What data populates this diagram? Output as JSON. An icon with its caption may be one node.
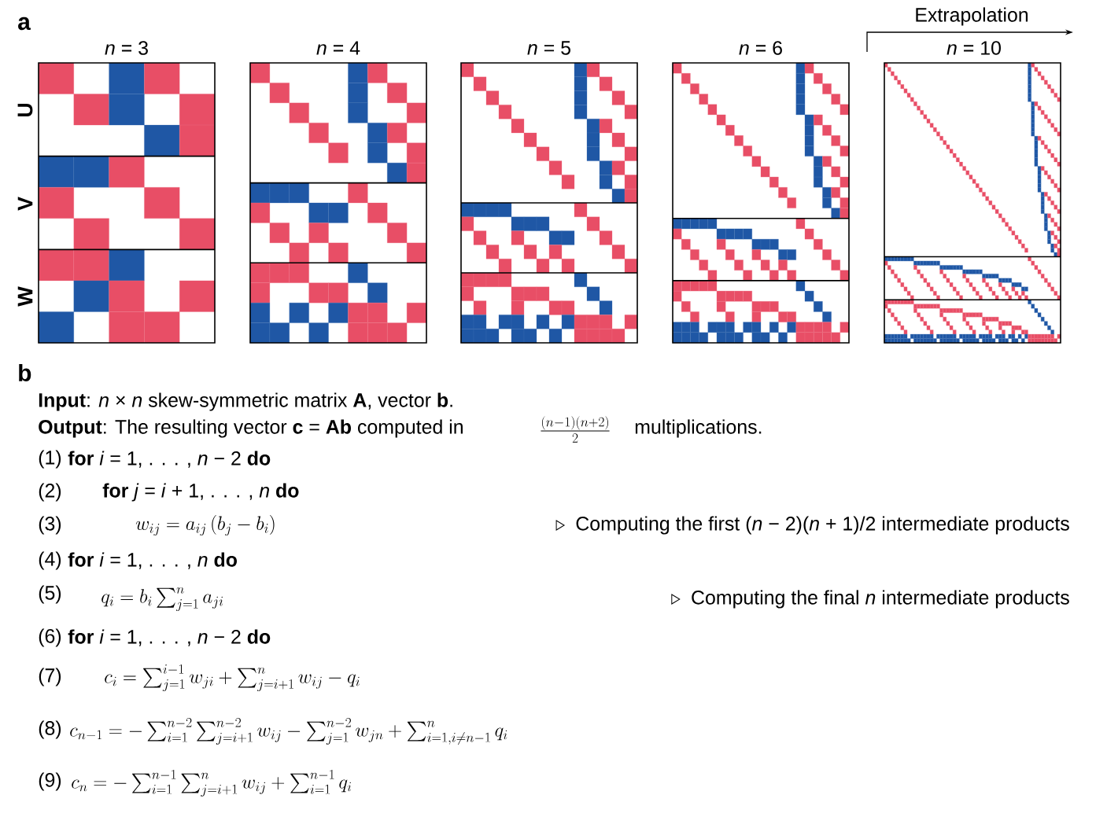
{
  "diagram": {
    "labels": [
      "a",
      "*n* = 3",
      "*n* = 4",
      "*n* = 5",
      "*n* = 6",
      "Extrapolation",
      "*n* = 10",
      "U",
      "V",
      "W",
      "b",
      "**Input**: *n* × *n* skew-symmetric matrix **A**, vector **b**.",
      "**Output**: The resulting vector **c** = **Ab** computed in",
      "\\frac{(n-1)(n+2)}{2}",
      "multiplications.",
      "(1)",
      "**for** *i* = 1, . . . , *n* − 2 **do**",
      "(2)",
      "**for** *j* = *i* + 1, . . . , *n* **do**",
      "(3)",
      "w_{ij} = a_{ij}\\,(b_j - b_i)",
      "Computing the first (*n* − 2)(*n* + 1)/2 intermediate products",
      "(4)",
      "**for** *i* = 1, . . . , *n* **do**",
      "(5)",
      "q_i = b_i \\sum_{j=1}^{n} a_{ji}",
      "Computing the final *n* intermediate products",
      "(6)",
      "**for** *i* = 1, . . . , *n* − 2 **do**",
      "(7)",
      "c_i = \\sum_{j=1}^{i-1} w_{ji} + \\sum_{j=i+1}^{n} w_{ij} - q_i",
      "(8)",
      "c_{n-1} = -\\sum_{i=1}^{n-2}\\sum_{j=i+1}^{n-2} w_{ij} - \\sum_{j=1}^{n-2} w_{jn} + \\sum_{i=1,i\\neq n-1}^{n} q_i",
      "(9)",
      "c_n = -\\sum_{i=1}^{n-1}\\sum_{j=i+1}^{n} w_{ij} + \\sum_{i=1}^{n-1} q_i"
    ]
  }
}
